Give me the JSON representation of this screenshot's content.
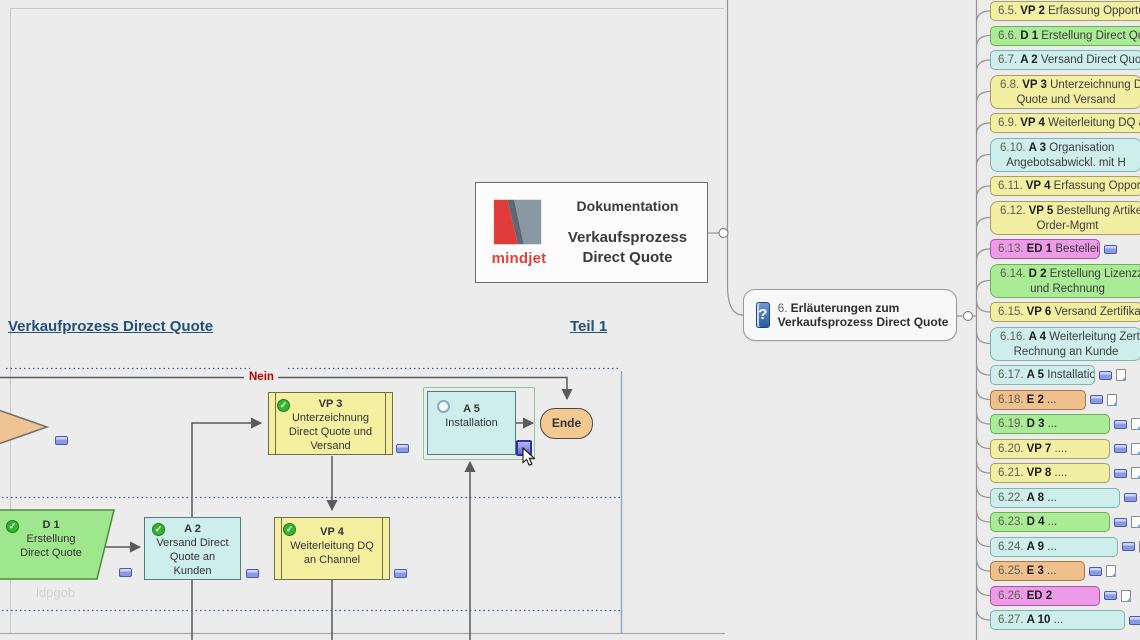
{
  "central_topic": {
    "logo_text": "mindjet",
    "heading": "Dokumentation",
    "title_line1": "Verkaufsprozess",
    "title_line2": "Direct Quote"
  },
  "node6": {
    "number": "6.",
    "title": "Erläuterungen zum Verkaufsprozess Direct Quote",
    "icon": "help-book-icon"
  },
  "flowchart": {
    "title": "Verkaufprozess Direct Quote",
    "part_label": "Teil 1",
    "nein_label": "Nein",
    "watermark": "ldpgob",
    "nodes": {
      "vp3": {
        "code": "VP 3",
        "text": "Unterzeichnung Direct Quote und Versand",
        "status": "done"
      },
      "a5": {
        "code": "A 5",
        "text": "Installation",
        "status": "open"
      },
      "ende": {
        "label": "Ende"
      },
      "d1": {
        "code": "D 1",
        "text": "Erstellung Direct Quote",
        "status": "done"
      },
      "a2": {
        "code": "A 2",
        "text": "Versand Direct Quote an Kunden",
        "status": "done"
      },
      "vp4": {
        "code": "VP 4",
        "text": "Weiterleitung DQ an Channel",
        "status": "done"
      }
    }
  },
  "palette": {
    "yellow": {
      "f": "#f3efa2",
      "b": "#a8a060"
    },
    "green": {
      "f": "#aaeb96",
      "b": "#6cb254"
    },
    "cyan": {
      "f": "#cdeeea",
      "b": "#7fb4b0"
    },
    "orange": {
      "f": "#f0c08c",
      "b": "#a87848"
    },
    "magenta": {
      "f": "#ee9ae8",
      "b": "#a858a0"
    }
  },
  "branches": [
    {
      "num": "6.5.",
      "code": "VP 2",
      "text": "Erfassung Opportun",
      "text2": null,
      "color": "yellow",
      "w": 155,
      "icons": []
    },
    {
      "num": "6.6.",
      "code": "D 1",
      "text": "Erstellung Direct Quo",
      "text2": null,
      "color": "green",
      "w": 155,
      "icons": []
    },
    {
      "num": "6.7.",
      "code": "A 2",
      "text": "Versand Direct Quote",
      "text2": null,
      "color": "cyan",
      "w": 152,
      "icons": []
    },
    {
      "num": "6.8.",
      "code": "VP 3",
      "text": "Unterzeichnung Dire",
      "text2": "Quote und Versand",
      "color": "yellow",
      "w": 152,
      "icons": []
    },
    {
      "num": "6.9.",
      "code": "VP 4",
      "text": "Weiterleitung DQ an",
      "text2": null,
      "color": "yellow",
      "w": 155,
      "icons": []
    },
    {
      "num": "6.10.",
      "code": "A 3",
      "text": "Organisation",
      "text2": "Angebotsabwickl. mit H",
      "color": "cyan",
      "w": 152,
      "icons": []
    },
    {
      "num": "6.11.",
      "code": "VP 4",
      "text": "Erfassung Opportu",
      "text2": null,
      "color": "yellow",
      "w": 152,
      "icons": []
    },
    {
      "num": "6.12.",
      "code": "VP 5",
      "text": "Bestellung Artikel",
      "text2": "Order-Mgmt",
      "color": "yellow",
      "w": 155,
      "icons": []
    },
    {
      "num": "6.13.",
      "code": "ED 1",
      "text": "Bestelleingang",
      "text2": null,
      "color": "magenta",
      "w": 110,
      "icons": [
        "note"
      ]
    },
    {
      "num": "6.14.",
      "code": "D 2",
      "text": "Erstellung Lizenzze",
      "text2": "und Rechnung",
      "color": "green",
      "w": 155,
      "icons": []
    },
    {
      "num": "6.15.",
      "code": "VP 6",
      "text": "Versand Zertifikat u",
      "text2": null,
      "color": "yellow",
      "w": 152,
      "icons": []
    },
    {
      "num": "6.16.",
      "code": "A 4",
      "text": "Weiterleitung Zertif",
      "text2": "Rechnung an Kunde",
      "color": "cyan",
      "w": 152,
      "icons": []
    },
    {
      "num": "6.17.",
      "code": "A 5",
      "text": "Installation",
      "text2": null,
      "color": "cyan",
      "w": 105,
      "icons": [
        "note",
        "doc"
      ]
    },
    {
      "num": "6.18.",
      "code": "E 2",
      "text": "...",
      "text2": null,
      "color": "orange",
      "w": 96,
      "icons": [
        "note",
        "doc"
      ]
    },
    {
      "num": "6.19.",
      "code": "D 3",
      "text": "...",
      "text2": null,
      "color": "green",
      "w": 120,
      "icons": [
        "note",
        "doc"
      ]
    },
    {
      "num": "6.20.",
      "code": "VP 7",
      "text": "....",
      "text2": null,
      "color": "yellow",
      "w": 120,
      "icons": [
        "note",
        "doc"
      ]
    },
    {
      "num": "6.21.",
      "code": "VP 8",
      "text": "....",
      "text2": null,
      "color": "yellow",
      "w": 120,
      "icons": [
        "note",
        "doc"
      ]
    },
    {
      "num": "6.22.",
      "code": "A 8",
      "text": "...",
      "text2": null,
      "color": "cyan",
      "w": 130,
      "icons": [
        "note",
        "doc"
      ]
    },
    {
      "num": "6.23.",
      "code": "D 4",
      "text": "...",
      "text2": null,
      "color": "green",
      "w": 120,
      "icons": [
        "note",
        "doc"
      ]
    },
    {
      "num": "6.24.",
      "code": "A 9",
      "text": "...",
      "text2": null,
      "color": "cyan",
      "w": 128,
      "icons": [
        "note",
        "doc"
      ]
    },
    {
      "num": "6.25.",
      "code": "E 3",
      "text": "...",
      "text2": null,
      "color": "orange",
      "w": 95,
      "icons": [
        "note",
        "doc"
      ]
    },
    {
      "num": "6.26.",
      "code": "ED 2",
      "text": "",
      "text2": null,
      "color": "magenta",
      "w": 110,
      "icons": [
        "note",
        "doc"
      ]
    },
    {
      "num": "6.27.",
      "code": "A 10",
      "text": "...",
      "text2": null,
      "color": "cyan",
      "w": 135,
      "icons": [
        "note"
      ]
    }
  ]
}
